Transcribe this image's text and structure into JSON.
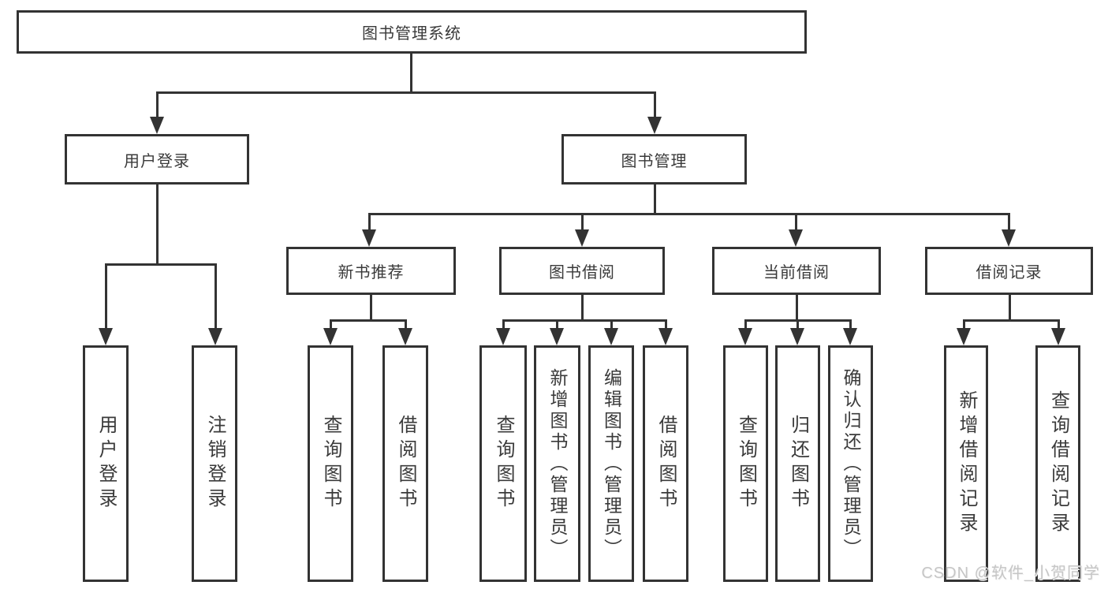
{
  "diagram": {
    "title": "图书管理系统",
    "level1": [
      {
        "label": "用户登录"
      },
      {
        "label": "图书管理"
      }
    ],
    "level2": [
      {
        "label": "新书推荐"
      },
      {
        "label": "图书借阅"
      },
      {
        "label": "当前借阅"
      },
      {
        "label": "借阅记录"
      }
    ],
    "leaves": [
      {
        "label": "用户登录"
      },
      {
        "label": "注销登录"
      },
      {
        "label": "查询图书"
      },
      {
        "label": "借阅图书"
      },
      {
        "label": "查询图书"
      },
      {
        "label": "新增图书（管理员）"
      },
      {
        "label": "编辑图书（管理员）"
      },
      {
        "label": "借阅图书"
      },
      {
        "label": "查询图书"
      },
      {
        "label": "归还图书"
      },
      {
        "label": "确认归还（管理员）"
      },
      {
        "label": "新增借阅记录"
      },
      {
        "label": "查询借阅记录"
      }
    ],
    "colors": {
      "line": "#333333",
      "text": "#3a3a3a",
      "background": "#ffffff"
    }
  },
  "watermark": {
    "text": "CSDN @软件_小贺同学"
  }
}
